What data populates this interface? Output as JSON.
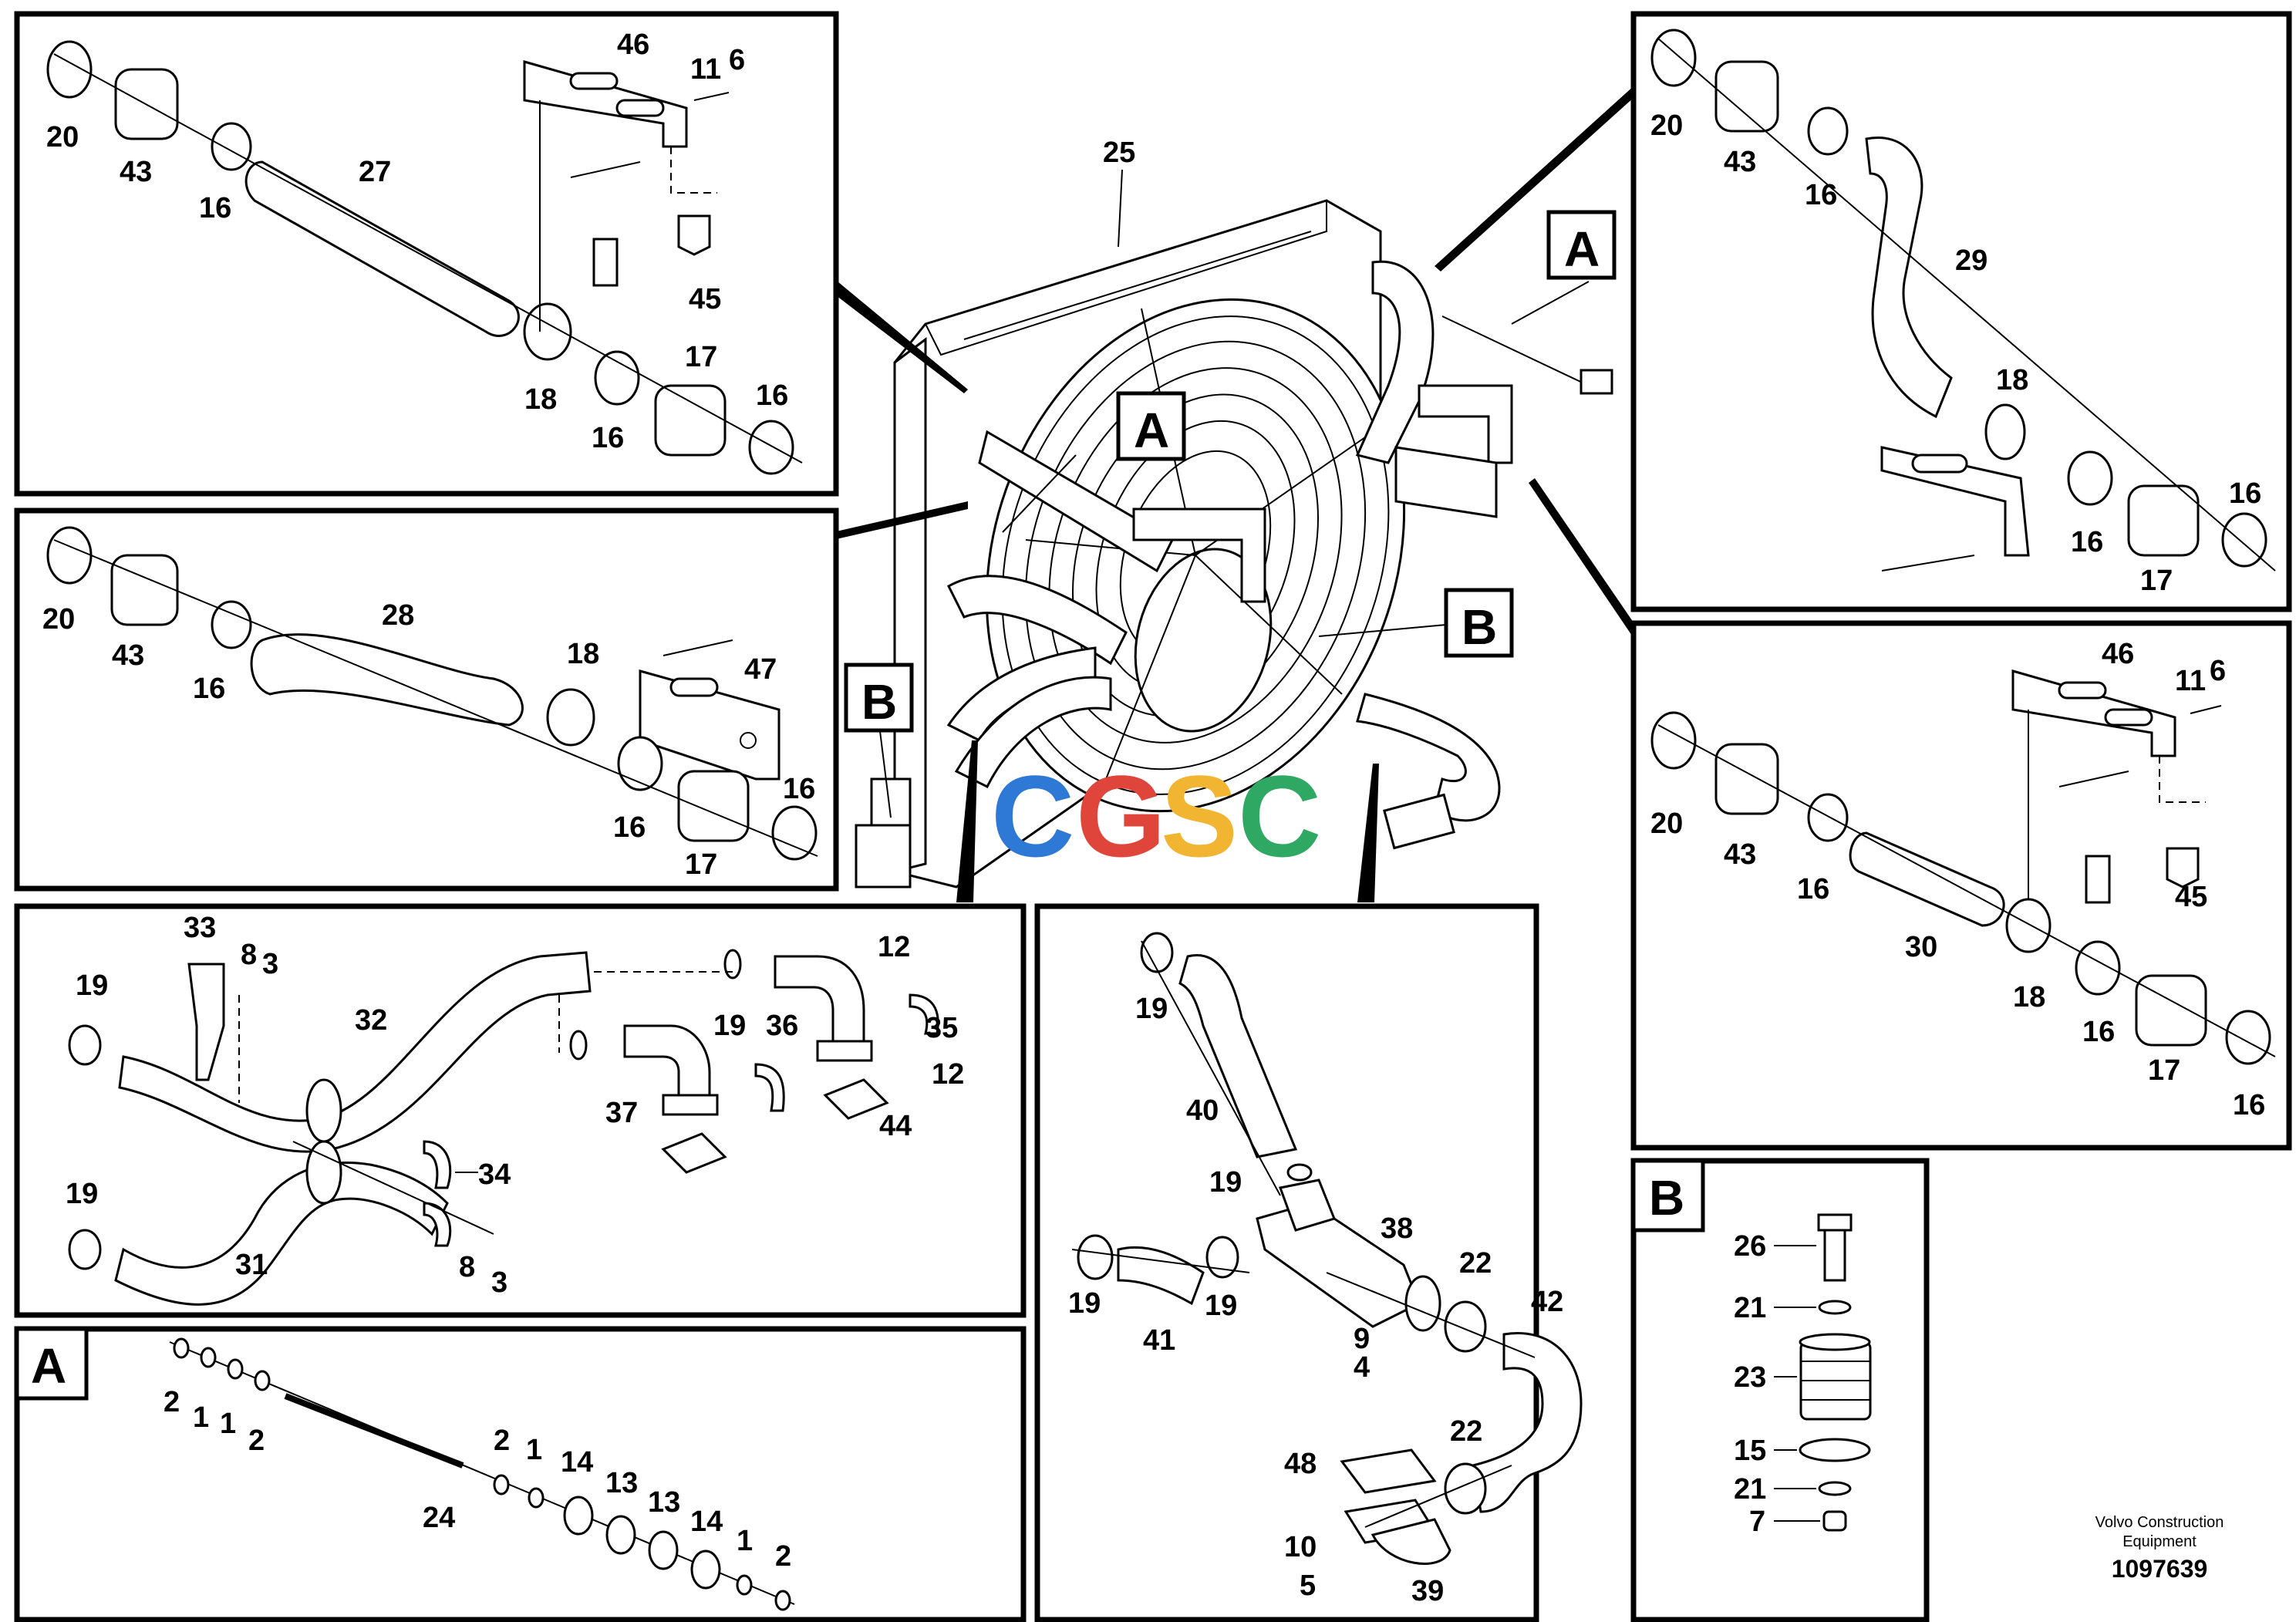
{
  "callouts": {
    "A": "A",
    "B": "B"
  },
  "panel_top_left": {
    "parts": [
      "20",
      "43",
      "16",
      "27",
      "46",
      "11",
      "6",
      "45",
      "18",
      "16",
      "17",
      "16"
    ]
  },
  "panel_mid_left": {
    "parts": [
      "20",
      "43",
      "16",
      "28",
      "18",
      "47",
      "16",
      "17",
      "16"
    ]
  },
  "panel_bottom_left": {
    "parts": [
      "33",
      "8",
      "3",
      "19",
      "32",
      "36",
      "12",
      "35",
      "12",
      "37",
      "44",
      "19",
      "34",
      "31",
      "8",
      "3",
      "19"
    ]
  },
  "panel_detail_a": {
    "title": "A",
    "parts": [
      "2",
      "1",
      "1",
      "2",
      "24",
      "2",
      "1",
      "14",
      "13",
      "13",
      "14",
      "1",
      "2"
    ]
  },
  "panel_center": {
    "parts": [
      "25"
    ]
  },
  "panel_bottom_center": {
    "parts": [
      "19",
      "40",
      "19",
      "38",
      "22",
      "42",
      "19",
      "19",
      "41",
      "9",
      "4",
      "22",
      "48",
      "10",
      "5",
      "39"
    ]
  },
  "panel_top_right": {
    "parts": [
      "20",
      "43",
      "16",
      "29",
      "18",
      "16",
      "17",
      "16"
    ]
  },
  "panel_mid_right": {
    "parts": [
      "46",
      "11",
      "6",
      "20",
      "43",
      "16",
      "30",
      "45",
      "18",
      "16",
      "17",
      "16"
    ]
  },
  "panel_detail_b": {
    "title": "B",
    "parts": [
      "26",
      "21",
      "23",
      "15",
      "21",
      "7"
    ]
  },
  "watermark": {
    "letters": [
      "C",
      "G",
      "S",
      "C"
    ],
    "colors": [
      "#2f79d6",
      "#e0453c",
      "#f2b531",
      "#2fa864"
    ]
  },
  "credit": {
    "line1": "Volvo Construction",
    "line2": "Equipment",
    "number": "1097639"
  }
}
